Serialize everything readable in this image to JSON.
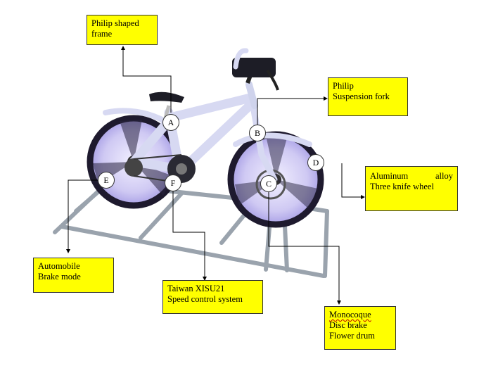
{
  "colors": {
    "label_fill": "#ffff00",
    "frame": "#9aa3ad",
    "bike_frame": "#d7d9f2",
    "wheel_rim": "#1e1a2e",
    "wheel_disc": "#c9c4f0"
  },
  "photo": {
    "subject": "bicycle-training-stand-with-disc-wheels"
  },
  "markers": [
    "A",
    "B",
    "C",
    "D",
    "E",
    "F"
  ],
  "callouts": {
    "frame": [
      "Philip shaped",
      "frame"
    ],
    "fork": [
      "Philip",
      "Suspension fork"
    ],
    "wheel_line1_a": "Aluminum",
    "wheel_line1_b": "alloy",
    "wheel_line2": "Three knife wheel",
    "brake_mode": [
      "Automobile",
      "Brake mode"
    ],
    "speed": [
      "Taiwan XISU21",
      "Speed control system"
    ],
    "disc_line1": "Monocoque",
    "disc_line2": "Disc brake",
    "disc_line3": "Flower drum"
  }
}
